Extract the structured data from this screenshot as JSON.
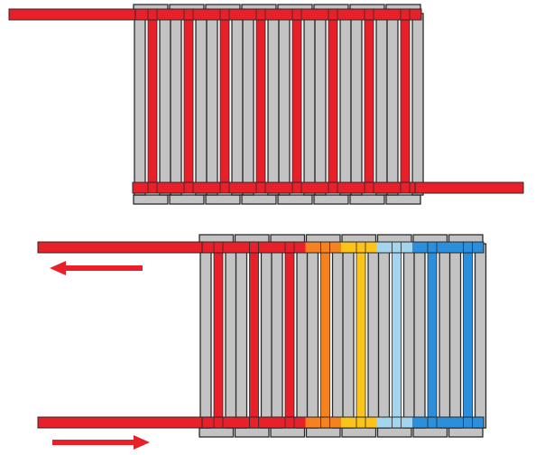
{
  "diagram": {
    "top_radiator": {
      "sections": 8,
      "flow_color": "#e8202a",
      "supply_side": "top-left",
      "return_side": "bottom-right"
    },
    "bottom_radiator": {
      "sections": 8,
      "supply_side": "bottom-left",
      "return_side": "top-left",
      "section_colors": [
        "#e8202a",
        "#e8202a",
        "#e8202a",
        "#f58220",
        "#fcc31b",
        "#a3d5ef",
        "#2b8fdc",
        "#2b8fdc"
      ],
      "arrows": [
        {
          "name": "return-arrow",
          "direction": "left"
        },
        {
          "name": "supply-arrow",
          "direction": "right"
        }
      ]
    },
    "colors": {
      "fin_fill": "#c3c3c3",
      "fin_stroke": "#2a2a2a",
      "pipe_red": "#e8202a",
      "pipe_stroke": "#8c1016"
    }
  }
}
